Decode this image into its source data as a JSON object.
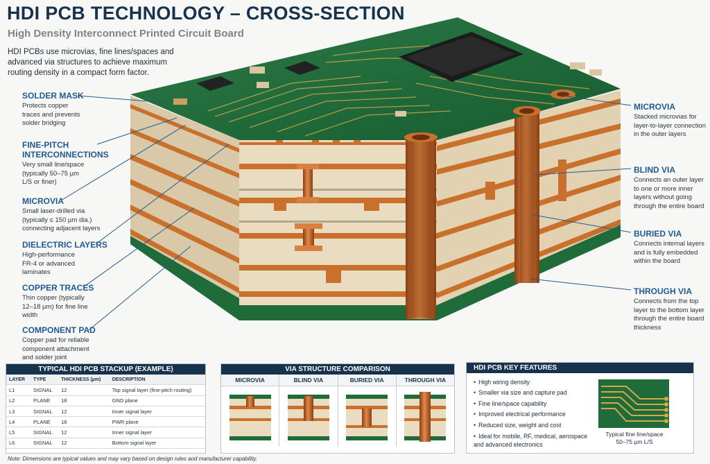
{
  "header": {
    "title": "HDI PCB TECHNOLOGY – CROSS-SECTION",
    "subtitle": "High Density Interconnect Printed Circuit Board",
    "intro": "HDI PCBs use microvias, fine lines/spaces and advanced via structures to achieve maximum routing density in a compact form factor."
  },
  "left_labels": [
    {
      "title": "SOLDER MASK",
      "desc": "Protects copper traces and prevents solder bridging"
    },
    {
      "title": "FINE-PITCH INTERCONNECTIONS",
      "desc": "Very small line/space (typically 50–75 µm L/S or finer)"
    },
    {
      "title": "MICROVIA",
      "desc": "Small laser-drilled via (typically ≤ 150 µm dia.) connecting adjacent layers"
    },
    {
      "title": "DIELECTRIC LAYERS",
      "desc": "High-performance FR-4 or advanced laminates"
    },
    {
      "title": "COPPER TRACES",
      "desc": "Thin copper (typically 12–18 µm) for fine line width"
    },
    {
      "title": "COMPONENT PAD",
      "desc": "Copper pad for reliable component attachment and solder joint"
    }
  ],
  "right_labels": [
    {
      "title": "MICROVIA",
      "desc": "Stacked microvias for layer-to-layer connection in the outer layers"
    },
    {
      "title": "BLIND VIA",
      "desc": "Connects an outer layer to one or more inner layers without going through the entire board"
    },
    {
      "title": "BURIED VIA",
      "desc": "Connects internal layers and is fully embedded within the board"
    },
    {
      "title": "THROUGH VIA",
      "desc": "Connects from the top layer to the bottom layer through the entire board thickness"
    }
  ],
  "stackup": {
    "title": "TYPICAL HDI PCB STACKUP  (EXAMPLE)",
    "headers": [
      "LAYER",
      "TYPE",
      "THICKNESS (µm)",
      "DESCRIPTION"
    ],
    "rows": [
      [
        "L1",
        "SIGNAL",
        "12",
        "Top signal layer (fine-pitch routing)"
      ],
      [
        "L2",
        "PLANE",
        "18",
        "GND plane"
      ],
      [
        "L3",
        "SIGNAL",
        "12",
        "Inner signal layer"
      ],
      [
        "L4",
        "PLANE",
        "18",
        "PWR plane"
      ],
      [
        "L5",
        "SIGNAL",
        "12",
        "Inner signal layer"
      ],
      [
        "L6",
        "SIGNAL",
        "12",
        "Bottom signal layer"
      ]
    ]
  },
  "via_comparison": {
    "title": "VIA STRUCTURE COMPARISON",
    "columns": [
      "MICROVIA",
      "BLIND VIA",
      "BURIED VIA",
      "THROUGH VIA"
    ]
  },
  "features": {
    "title": "HDI PCB KEY FEATURES",
    "items": [
      "High wiring density",
      "Smaller via size and capture pad",
      "Fine line/space capability",
      "Improved electrical performance",
      "Reduced size, weight and cost",
      "Ideal for mobile, RF, medical, aerospace and advanced electronics"
    ],
    "caption_line1": "Typical fine line/space",
    "caption_line2": "50–75 µm L/S"
  },
  "note": "Note: Dimensions are typical values and may vary based on design rules and manufacturer capability.",
  "colors": {
    "navy": "#17324d",
    "label_blue": "#1f5a92",
    "pcb_green": "#1f6b3a",
    "copper": "#c8702c",
    "dielectric": "#eadcc0"
  }
}
